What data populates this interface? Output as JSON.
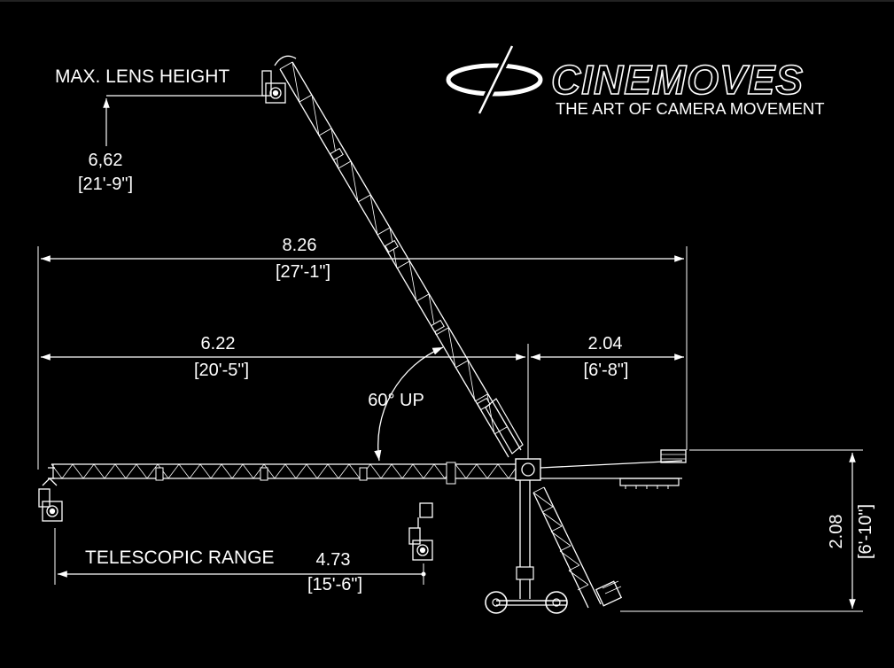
{
  "brand": {
    "name": "CINEMOVES",
    "tagline": "THE ART OF CAMERA MOVEMENT"
  },
  "labels": {
    "max_lens_height": "MAX. LENS HEIGHT",
    "telescopic_range": "TELESCOPIC RANGE",
    "angle": "60° UP"
  },
  "dimensions": {
    "lens_height_m": "6,62",
    "lens_height_ft": "[21'-9\"]",
    "total_length_m": "8.26",
    "total_length_ft": "[27'-1\"]",
    "front_arm_m": "6.22",
    "front_arm_ft": "[20'-5\"]",
    "rear_arm_m": "2.04",
    "rear_arm_ft": "[6'-8\"]",
    "telescopic_m": "4.73",
    "telescopic_ft": "[15'-6\"]",
    "pivot_height_m": "2.08",
    "pivot_height_ft": "[6'-10\"]"
  },
  "colors": {
    "background": "#000000",
    "line": "#ffffff"
  }
}
